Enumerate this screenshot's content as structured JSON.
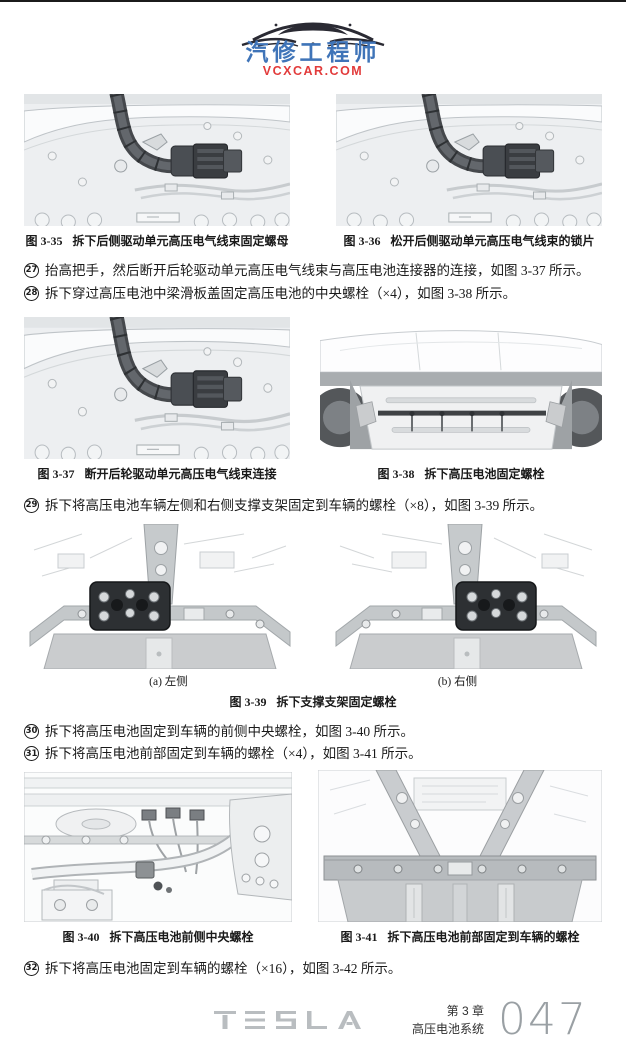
{
  "header": {
    "brand_cn": "汽修工程师",
    "brand_url": "VCXCAR.COM",
    "brand_blue": "#3f74b8",
    "brand_red": "#e23b3b"
  },
  "figures": {
    "fig35": {
      "label": "图 3-35",
      "caption": "拆下后侧驱动单元高压电气线束固定螺母"
    },
    "fig36": {
      "label": "图 3-36",
      "caption": "松开后侧驱动单元高压电气线束的锁片"
    },
    "fig37": {
      "label": "图 3-37",
      "caption": "断开后轮驱动单元高压电气线束连接"
    },
    "fig38": {
      "label": "图 3-38",
      "caption": "拆下高压电池固定螺栓"
    },
    "fig39": {
      "label": "图 3-39",
      "caption": "拆下支撑支架固定螺栓",
      "sub_a": "(a) 左侧",
      "sub_b": "(b) 右侧"
    },
    "fig40": {
      "label": "图 3-40",
      "caption": "拆下高压电池前侧中央螺栓"
    },
    "fig41": {
      "label": "图 3-41",
      "caption": "拆下高压电池前部固定到车辆的螺栓"
    }
  },
  "steps": [
    {
      "num": "27",
      "text": "抬高把手，然后断开后轮驱动单元高压电气线束与高压电池连接器的连接，如图 3-37 所示。"
    },
    {
      "num": "28",
      "text": "拆下穿过高压电池中梁滑板盖固定高压电池的中央螺栓（×4），如图 3-38 所示。"
    },
    {
      "num": "29",
      "text": "拆下将高压电池车辆左侧和右侧支撑支架固定到车辆的螺栓（×8），如图 3-39 所示。"
    },
    {
      "num": "30",
      "text": "拆下将高压电池固定到车辆的前侧中央螺栓，如图 3-40 所示。"
    },
    {
      "num": "31",
      "text": "拆下将高压电池前部固定到车辆的螺栓（×4），如图 3-41 所示。"
    },
    {
      "num": "32",
      "text": "拆下将高压电池固定到车辆的螺栓（×16），如图 3-42 所示。"
    }
  ],
  "footer": {
    "brand": "TESLA",
    "chapter": "第 3 章",
    "section": "高压电池系统",
    "page_number": "047",
    "tesla_gray": "#b9bdc0",
    "page_number_gray": "#9aa0a4"
  }
}
